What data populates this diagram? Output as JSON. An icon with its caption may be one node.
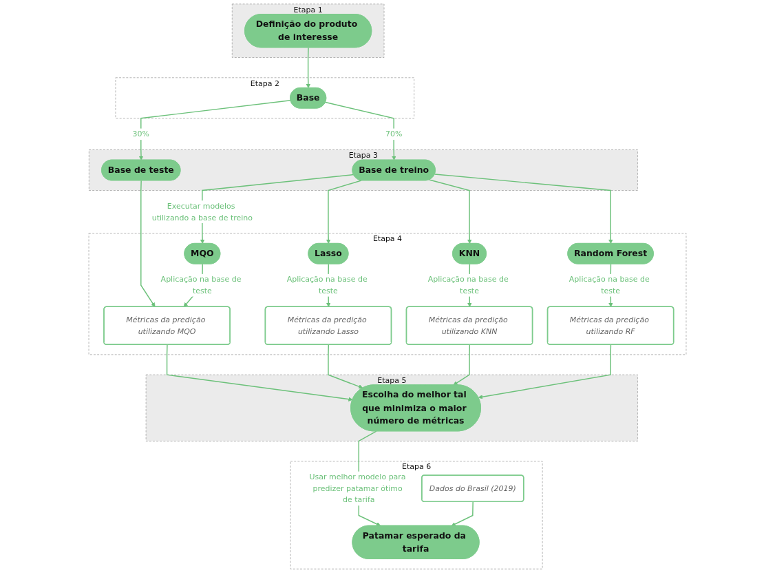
{
  "diagram": {
    "nodes": [
      {
        "text": [
          "Etapa 1"
        ]
      },
      {
        "text": [
          "Definição do produto de interesse"
        ],
        "in": 0
      },
      {
        "text": [
          "Etapa 2"
        ]
      },
      {
        "text": [
          "Base"
        ],
        "in": 2
      },
      {
        "text": [
          "Etapa 3"
        ]
      },
      {
        "text": [
          "Base de teste"
        ],
        "in": 4
      },
      {
        "text": [
          "Base de treino"
        ],
        "in": 4
      },
      {
        "text": [
          "Etapa 4"
        ]
      },
      {
        "text": [
          "MQO"
        ],
        "in": 7
      },
      {
        "text": [
          "Lasso"
        ],
        "in": 7
      },
      {
        "text": [
          "KNN"
        ],
        "in": 7
      },
      {
        "text": [
          "Random Forest"
        ],
        "in": 7
      },
      {
        "text": [
          "Métricas da predição utilizando MQO"
        ],
        "in": 7
      },
      {
        "text": [
          "Métricas da predição utilizando Lasso"
        ],
        "in": 7
      },
      {
        "text": [
          "Métricas da predição utilizando KNN"
        ],
        "in": 7
      },
      {
        "text": [
          "Métricas da predição utilizando RF"
        ],
        "in": 7
      },
      {
        "text": [
          "Etapa 5"
        ]
      },
      {
        "text": [
          "Escolha do melhor tal que minimiza o maior número de métricas"
        ],
        "in": 16
      },
      {
        "text": [
          "Etapa 6"
        ]
      },
      {
        "text": [
          "Dados do Brasil (2019)"
        ],
        "in": 18
      },
      {
        "text": [
          "Patamar esperado da tarifa"
        ],
        "in": 18
      }
    ],
    "edges": [
      {
        "from": 1,
        "to": 3,
        "arrow": "to"
      },
      {
        "from": 3,
        "to": 5,
        "arrow": "to",
        "label": "30%"
      },
      {
        "from": 3,
        "to": 6,
        "arrow": "to",
        "label": "70%"
      },
      {
        "from": 6,
        "to": 8,
        "arrow": "to",
        "label": "Executar modelos utilizando a base de treino"
      },
      {
        "from": 6,
        "to": 9,
        "arrow": "to"
      },
      {
        "from": 6,
        "to": 10,
        "arrow": "to"
      },
      {
        "from": 6,
        "to": 11,
        "arrow": "to"
      },
      {
        "from": 5,
        "to": 12,
        "arrow": "to"
      },
      {
        "from": 8,
        "to": 12,
        "arrow": "to",
        "label": "Aplicação na base de teste"
      },
      {
        "from": 9,
        "to": 13,
        "arrow": "to",
        "label": "Aplicação na base de teste"
      },
      {
        "from": 10,
        "to": 14,
        "arrow": "to",
        "label": "Aplicação na base de teste"
      },
      {
        "from": 11,
        "to": 15,
        "arrow": "to",
        "label": "Aplicação na base de teste"
      },
      {
        "from": 12,
        "to": 17,
        "arrow": "to"
      },
      {
        "from": 13,
        "to": 17,
        "arrow": "to"
      },
      {
        "from": 14,
        "to": 17,
        "arrow": "to"
      },
      {
        "from": 15,
        "to": 17,
        "arrow": "to"
      },
      {
        "from": 17,
        "to": 20,
        "arrow": "to",
        "label": "Usar melhor modelo para predizer patamar ótimo de tarifa"
      },
      {
        "from": 19,
        "to": 20,
        "arrow": "to"
      }
    ]
  }
}
